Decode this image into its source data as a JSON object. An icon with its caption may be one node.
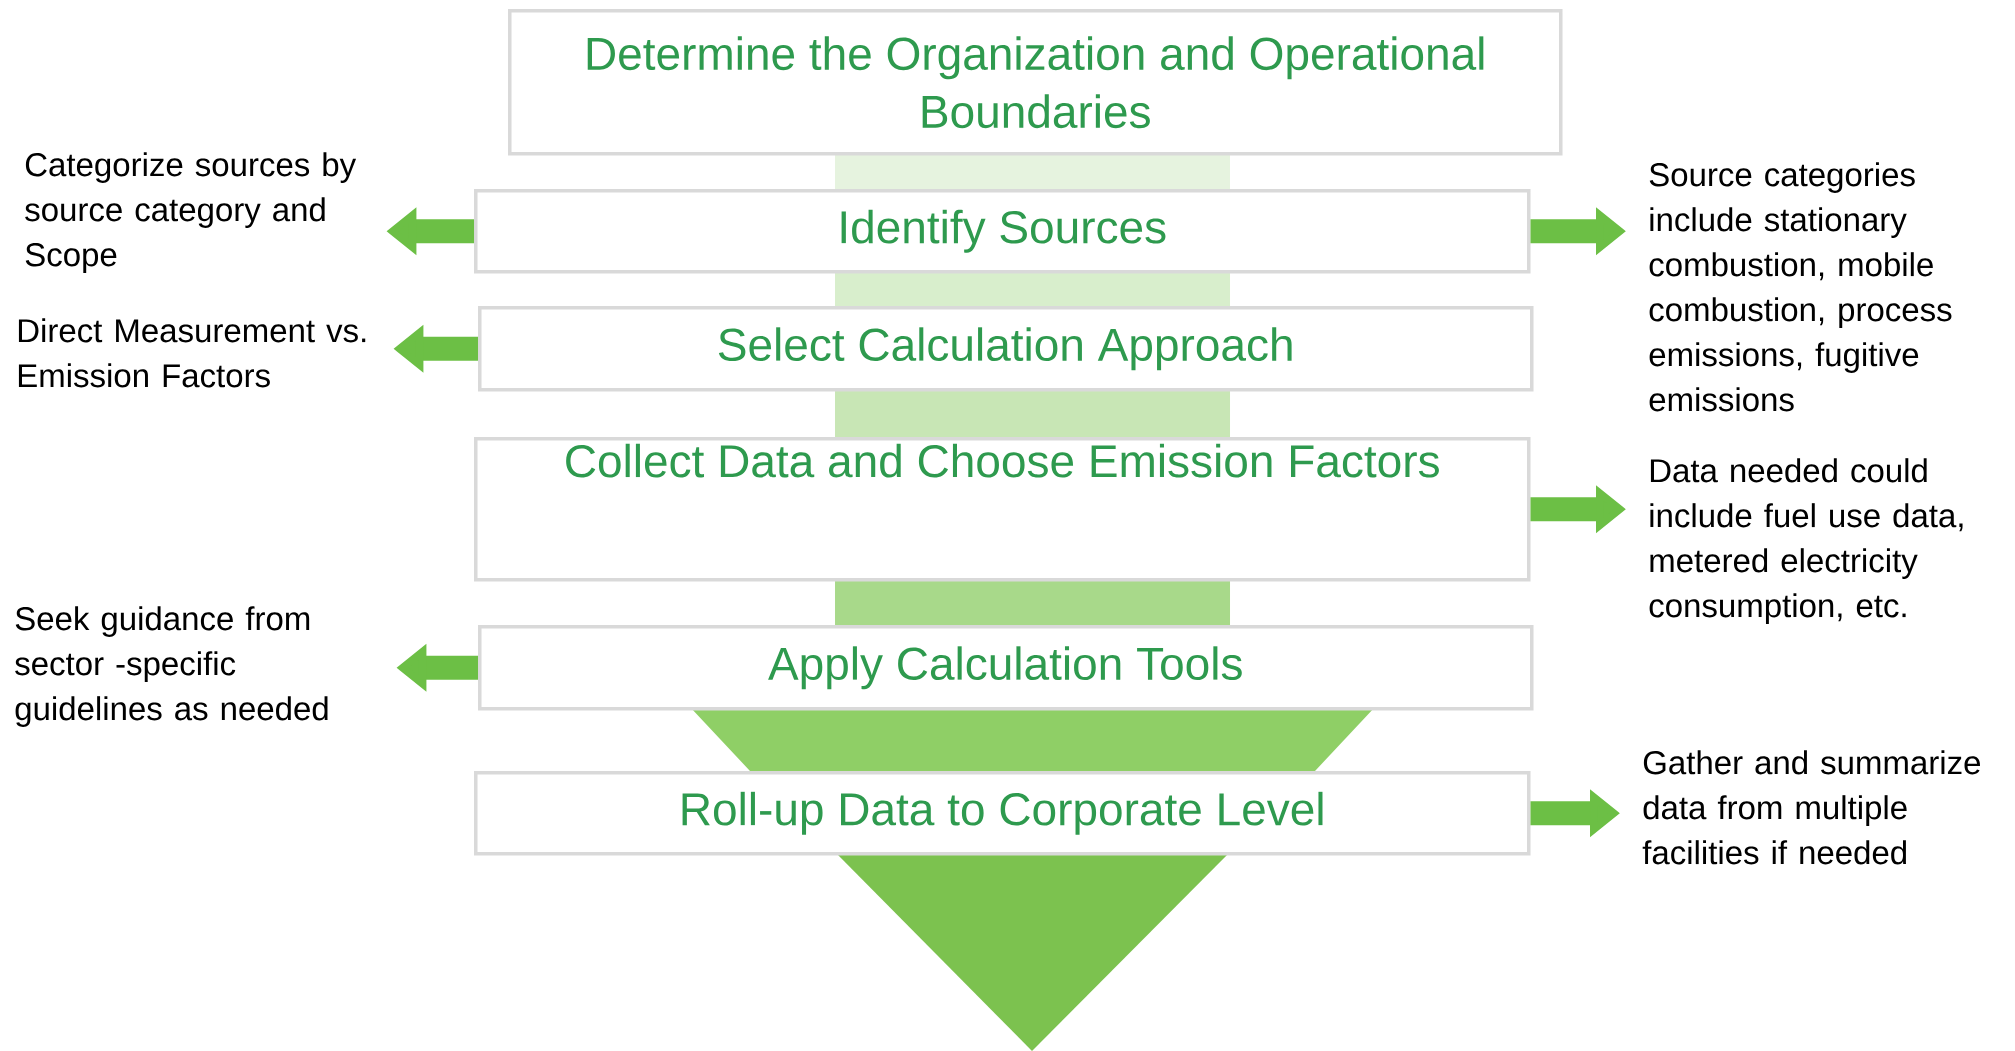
{
  "diagram": {
    "nodes": [
      {
        "text": [
          "Determine the Organization and Operational Boundaries"
        ]
      },
      {
        "text": [
          "Identify Sources"
        ]
      },
      {
        "text": [
          "Select Calculation Approach"
        ]
      },
      {
        "text": [
          "Collect Data and Choose Emission Factors"
        ]
      },
      {
        "text": [
          "Apply Calculation Tools"
        ]
      },
      {
        "text": [
          "Roll-up Data to Corporate Level"
        ]
      },
      {
        "text": [
          "Categorize sources by source category and Scope"
        ]
      },
      {
        "text": [
          "Source categories include stationary combustion, mobile combustion, process emissions, fugitive emissions"
        ]
      },
      {
        "text": [
          "Direct Measurement vs. Emission Factors"
        ]
      },
      {
        "text": [
          "Data needed could include fuel use data, metered electricity consumption, etc."
        ]
      },
      {
        "text": [
          "Seek guidance from sector -specific guidelines as needed"
        ]
      },
      {
        "text": [
          "Gather and summarize data from multiple facilities if needed"
        ]
      }
    ],
    "edges": [
      {
        "from": 1,
        "to": 6,
        "arrow": "to"
      },
      {
        "from": 1,
        "to": 7,
        "arrow": "to"
      },
      {
        "from": 2,
        "to": 8,
        "arrow": "to"
      },
      {
        "from": 3,
        "to": 9,
        "arrow": "to"
      },
      {
        "from": 4,
        "to": 10,
        "arrow": "to"
      },
      {
        "from": 5,
        "to": 11,
        "arrow": "to"
      }
    ]
  }
}
